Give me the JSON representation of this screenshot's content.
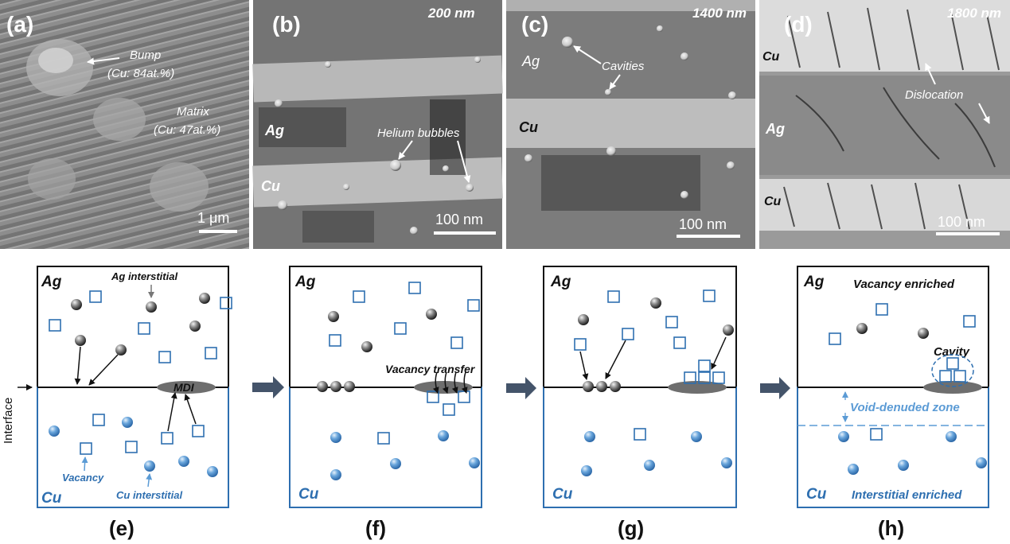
{
  "top_row": {
    "a": {
      "label": "(a)",
      "scale": "1 μm",
      "bump_title": "Bump",
      "bump_comp": "(Cu: 84at.%)",
      "matrix_title": "Matrix",
      "matrix_comp": "(Cu: 47at.%)"
    },
    "b": {
      "label": "(b)",
      "thickness": "200 nm",
      "scale": "100 nm",
      "ag": "Ag",
      "cu": "Cu",
      "annotation": "Helium bubbles"
    },
    "c": {
      "label": "(c)",
      "thickness": "1400 nm",
      "scale": "100 nm",
      "ag": "Ag",
      "cu": "Cu",
      "annotation": "Cavities"
    },
    "d": {
      "label": "(d)",
      "thickness": "1800 nm",
      "scale": "100 nm",
      "cu_top": "Cu",
      "ag": "Ag",
      "cu_bottom": "Cu",
      "annotation": "Dislocation"
    }
  },
  "schematic": {
    "interface_label": "Interface",
    "e": {
      "label": "(e)",
      "ag": "Ag",
      "cu": "Cu",
      "ag_interstitial": "Ag interstitial",
      "mdi": "MDI",
      "vacancy": "Vacancy",
      "cu_interstitial": "Cu interstitial"
    },
    "f": {
      "label": "(f)",
      "ag": "Ag",
      "cu": "Cu",
      "vacancy_transfer": "Vacancy transfer"
    },
    "g": {
      "label": "(g)",
      "ag": "Ag",
      "cu": "Cu"
    },
    "h": {
      "label": "(h)",
      "ag": "Ag",
      "cu": "Cu",
      "vacancy_enriched": "Vacancy enriched",
      "cavity": "Cavity",
      "void_zone": "Void-denuded zone",
      "interstitial_enriched": "Interstitial enriched"
    }
  },
  "colors": {
    "ag_frame": "#111111",
    "cu_frame": "#2e6fb0",
    "cu_text": "#2e6fb0",
    "void_text": "#5b9bd5",
    "arrow": "#44546a",
    "mdi": "#6e6e6e"
  }
}
